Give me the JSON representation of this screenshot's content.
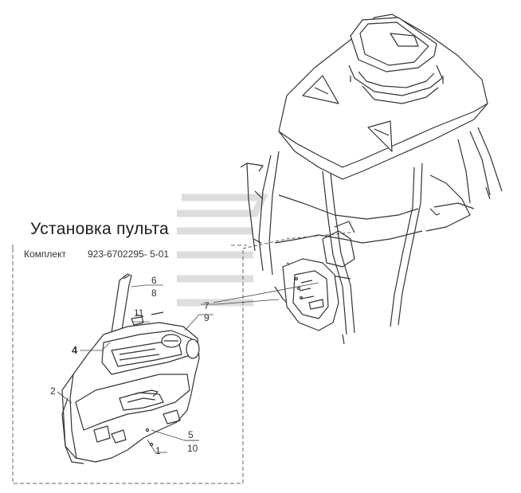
{
  "title": "Установка пульта",
  "kit": {
    "label": "Комплект",
    "code": "923-6702295- 5-01"
  },
  "callouts": [
    {
      "id": "c6",
      "text": "6"
    },
    {
      "id": "c8",
      "text": "8"
    },
    {
      "id": "c7",
      "text": "7"
    },
    {
      "id": "c9",
      "text": "9"
    },
    {
      "id": "c11",
      "text": "11"
    },
    {
      "id": "c4",
      "text": "4"
    },
    {
      "id": "c2",
      "text": "2"
    },
    {
      "id": "c5",
      "text": "5"
    },
    {
      "id": "c10",
      "text": "10"
    },
    {
      "id": "c1",
      "text": "1"
    }
  ],
  "colors": {
    "line": "#333333",
    "watermark": "#c8c8c8",
    "frame": "#666666"
  }
}
